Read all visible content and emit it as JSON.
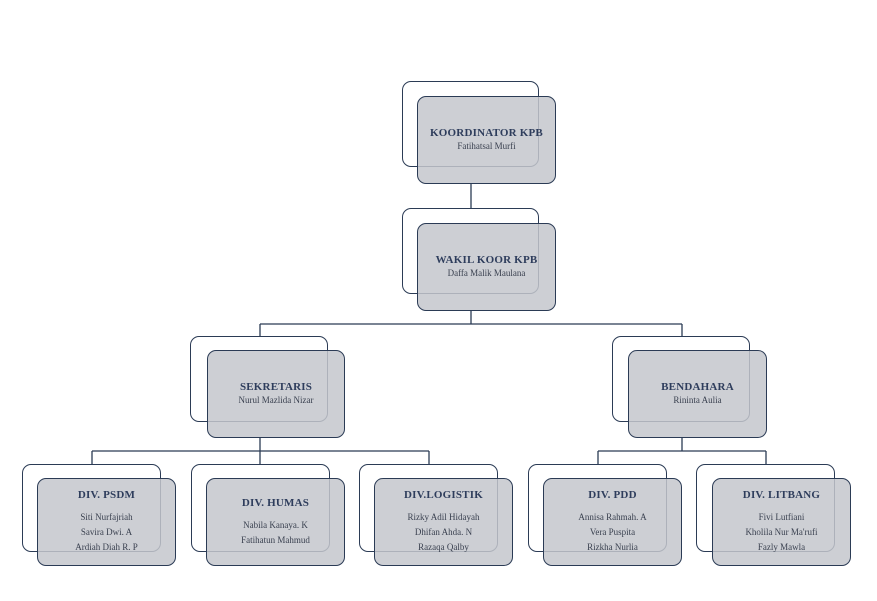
{
  "colors": {
    "line": "#2b3b55",
    "box_fill": "#c4c7cd",
    "title_text": "#2e3d5c"
  },
  "nodes": {
    "koordinator": {
      "title": "KOORDINATOR KPB",
      "members": [
        "Fatihatsal Murfi"
      ]
    },
    "wakil": {
      "title": "WAKIL KOOR KPB",
      "members": [
        "Daffa Malik Maulana"
      ]
    },
    "sekretaris": {
      "title": "SEKRETARIS",
      "members": [
        "Nurul Mazlida Nizar"
      ]
    },
    "bendahara": {
      "title": "BENDAHARA",
      "members": [
        "Rininta Aulia"
      ]
    },
    "psdm": {
      "title": "DIV. PSDM",
      "members": [
        "Siti Nurfajriah",
        "Savira Dwi. A",
        "Ardiah Diah R. P"
      ]
    },
    "humas": {
      "title": "DIV. HUMAS",
      "members": [
        "Nabila Kanaya. K",
        "Fatihatun Mahmud"
      ]
    },
    "logistik": {
      "title": "DIV.LOGISTIK",
      "members": [
        "Rizky Adil Hidayah",
        "Dhifan Ahda. N",
        "Razaqa Qalby"
      ]
    },
    "pdd": {
      "title": "DIV. PDD",
      "members": [
        "Annisa Rahmah. A",
        "Vera Puspita",
        "Rizkha Nurlia"
      ]
    },
    "litbang": {
      "title": "DIV. LITBANG",
      "members": [
        "Fivi Lutfiani",
        "Kholila Nur Ma'rufi",
        "Fazly Mawla"
      ]
    }
  }
}
